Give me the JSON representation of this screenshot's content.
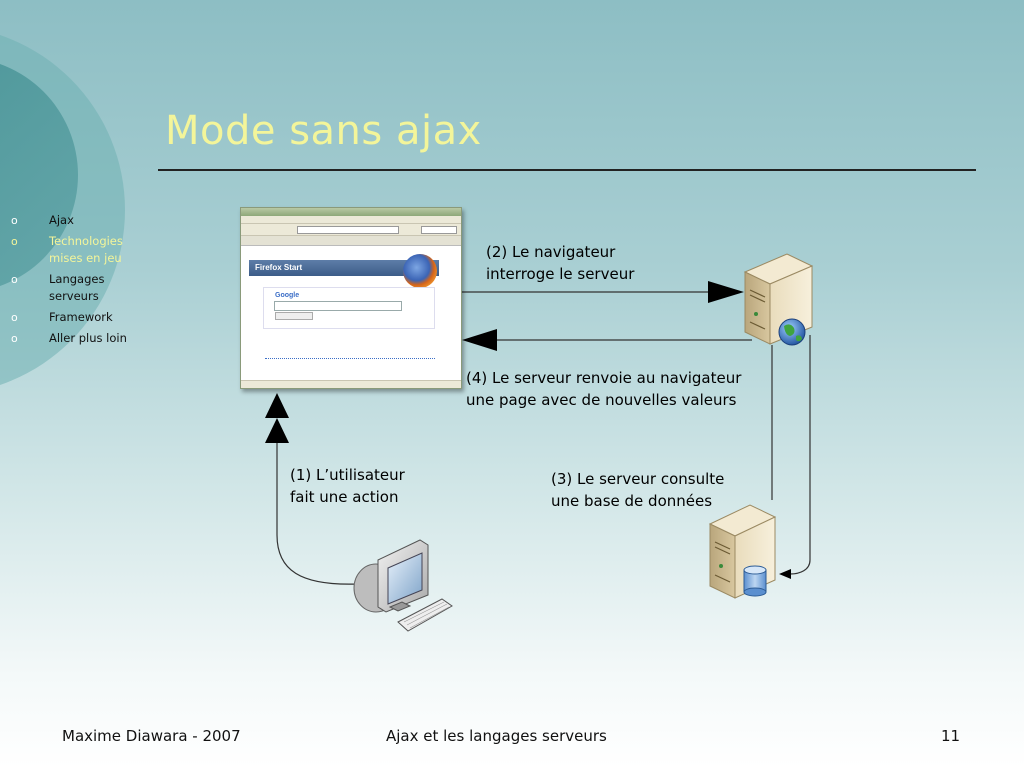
{
  "slide": {
    "title": "Mode sans ajax",
    "nav": [
      {
        "label": "Ajax",
        "active": false
      },
      {
        "label": "Technologies mises en jeu",
        "active": true
      },
      {
        "label": "Langages serveurs",
        "active": false
      },
      {
        "label": "Framework",
        "active": false
      },
      {
        "label": "Aller plus loin",
        "active": false
      }
    ],
    "bullet": "o",
    "accent_color": "#f3f59a"
  },
  "diagram": {
    "label_2": {
      "line1": "(2) Le navigateur",
      "line2": "interroge le serveur"
    },
    "label_4": {
      "line1": "(4) Le serveur renvoie au navigateur",
      "line2": "une page avec de nouvelles valeurs"
    },
    "label_1": {
      "line1": "(1) L’utilisateur",
      "line2": "fait une action"
    },
    "label_3": {
      "line1": "(3) Le serveur consulte",
      "line2": "une base de données"
    },
    "browser": {
      "banner": "Firefox Start",
      "google": "Google"
    },
    "icons": [
      "browser-screenshot",
      "web-server-icon",
      "globe-icon",
      "database-server-icon",
      "workstation-icon"
    ]
  },
  "footer": {
    "author": "Maxime Diawara - 2007",
    "topic": "Ajax et les langages serveurs",
    "page": "11"
  }
}
